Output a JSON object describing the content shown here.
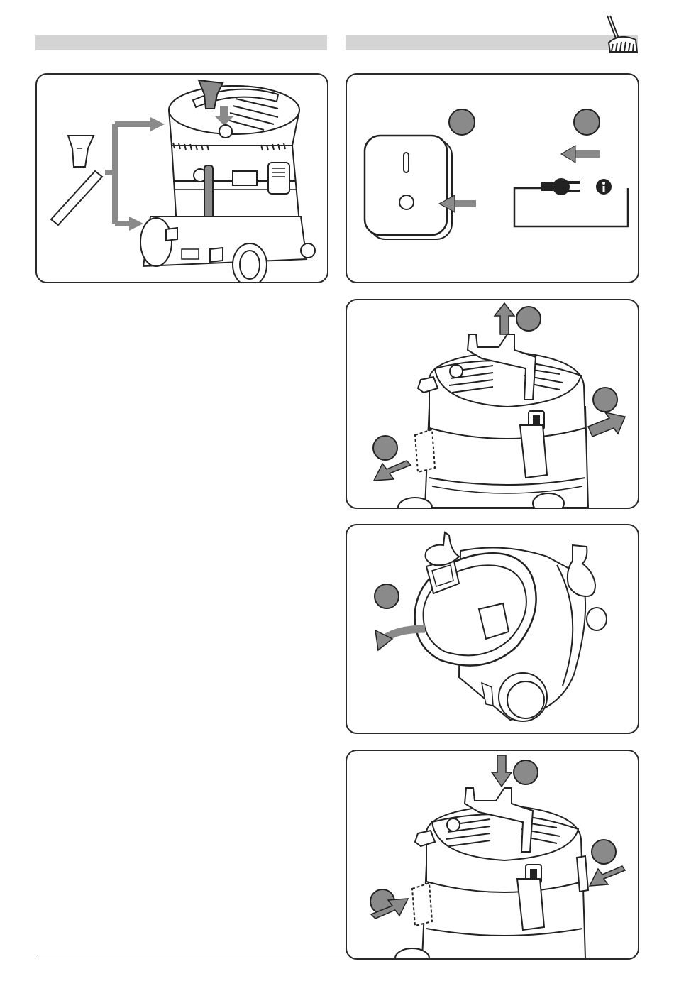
{
  "colors": {
    "header_bar": "#d4d4d4",
    "arrow": "#8a8a8a",
    "step_marker": "#8a8a8a",
    "outline": "#222222",
    "fill_dark": "#4a4a4a",
    "fill_light": "#ffffff"
  },
  "icons": {
    "corner": "vacuum-brush-logo-icon",
    "switch": "power-switch-icon",
    "plug": "power-plug-icon",
    "info": "info-icon"
  },
  "panels": [
    {
      "id": "accessory-storage",
      "illustration": "vacuum-accessory-storage-illustration"
    },
    {
      "id": "power-off-unplug",
      "illustration": "power-switch-and-plug-illustration"
    },
    {
      "id": "release-latches-lift-head",
      "illustration": "vacuum-head-removal-illustration"
    },
    {
      "id": "turn-head-over",
      "illustration": "vacuum-head-flip-illustration"
    },
    {
      "id": "refit-head-close-latches",
      "illustration": "vacuum-head-refit-illustration"
    }
  ]
}
